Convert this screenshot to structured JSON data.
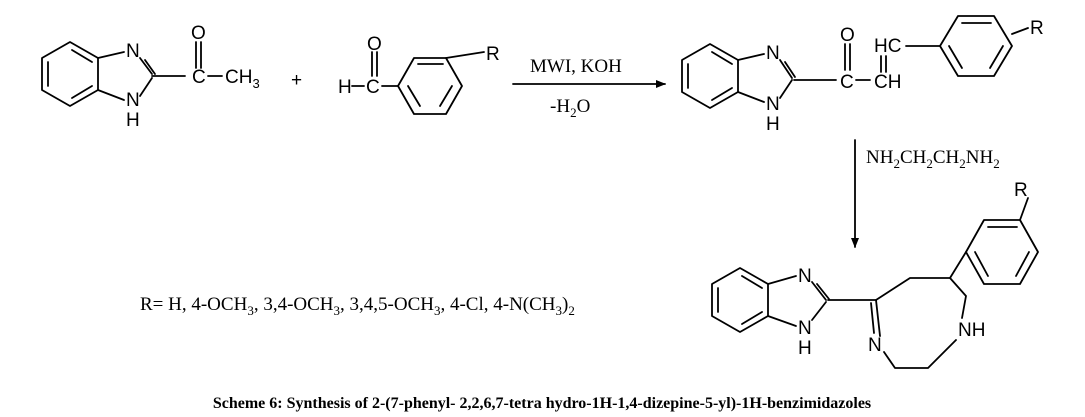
{
  "reaction": {
    "reactant1": {
      "N": "N",
      "NH_N": "N",
      "NH_H": "H",
      "O": "O",
      "C": "C",
      "CH": "CH",
      "sub3": "3"
    },
    "plus": "+",
    "reactant2": {
      "H": "H",
      "C": "C",
      "O": "O",
      "R": "R"
    },
    "arrow1": {
      "above": "MWI, KOH",
      "below_pre": "-H",
      "below_sub": "2",
      "below_post": "O"
    },
    "intermediate": {
      "N": "N",
      "NH_N": "N",
      "NH_H": "H",
      "O": "O",
      "C": "C",
      "CH": "CH",
      "HC": "HC",
      "R": "R"
    },
    "arrow2": {
      "t1": "NH",
      "s1": "2",
      "t2": "CH",
      "s2": "2",
      "t3": "CH",
      "s3": "2",
      "t4": "NH",
      "s4": "2"
    },
    "product": {
      "N": "N",
      "NH_N": "N",
      "NH_H": "H",
      "N_ring": "N",
      "NH_ring": "NH",
      "R": "R"
    }
  },
  "r_definition": {
    "t1": "R= H, 4-OCH",
    "s1": "3",
    "t2": ", 3,4-OCH",
    "s2": "3",
    "t3": ", 3,4,5-OCH",
    "s3": "3",
    "t4": ", 4-Cl, 4-N(CH",
    "s4": "3",
    "t5": ")",
    "s5": "2"
  },
  "caption": "Scheme 6: Synthesis of 2-(7-phenyl- 2,2,6,7-tetra hydro-1H-1,4-dizepine-5-yl)-1H-benzimidazoles"
}
